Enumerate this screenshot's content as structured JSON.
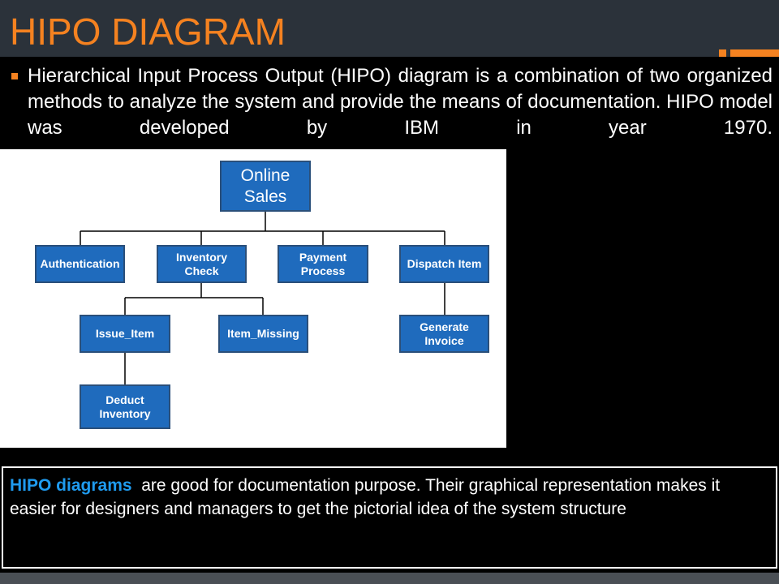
{
  "slide": {
    "title": "HIPO DIAGRAM",
    "bullet": "Hierarchical Input Process Output (HIPO) diagram is a combination of two organized methods to analyze the system and provide the means of documentation. HIPO model was developed by IBM in year 1970.",
    "note_emphasis": "HIPO diagrams",
    "note_rest": "  are good for documentation purpose. Their graphical representation makes it easier for designers and managers to get the pictorial idea of the system structure",
    "colors": {
      "accent": "#f58220",
      "node_fill": "#1f6bbd",
      "emphasis": "#1f9bef"
    }
  },
  "diagram": {
    "root": "Online\nSales",
    "level1": [
      "Authentication",
      "Inventory\nCheck",
      "Payment\nProcess",
      "Dispatch Item"
    ],
    "level2": [
      "Issue_Item",
      "Item_Missing",
      "Generate\nInvoice"
    ],
    "level3": [
      "Deduct\nInventory"
    ]
  }
}
